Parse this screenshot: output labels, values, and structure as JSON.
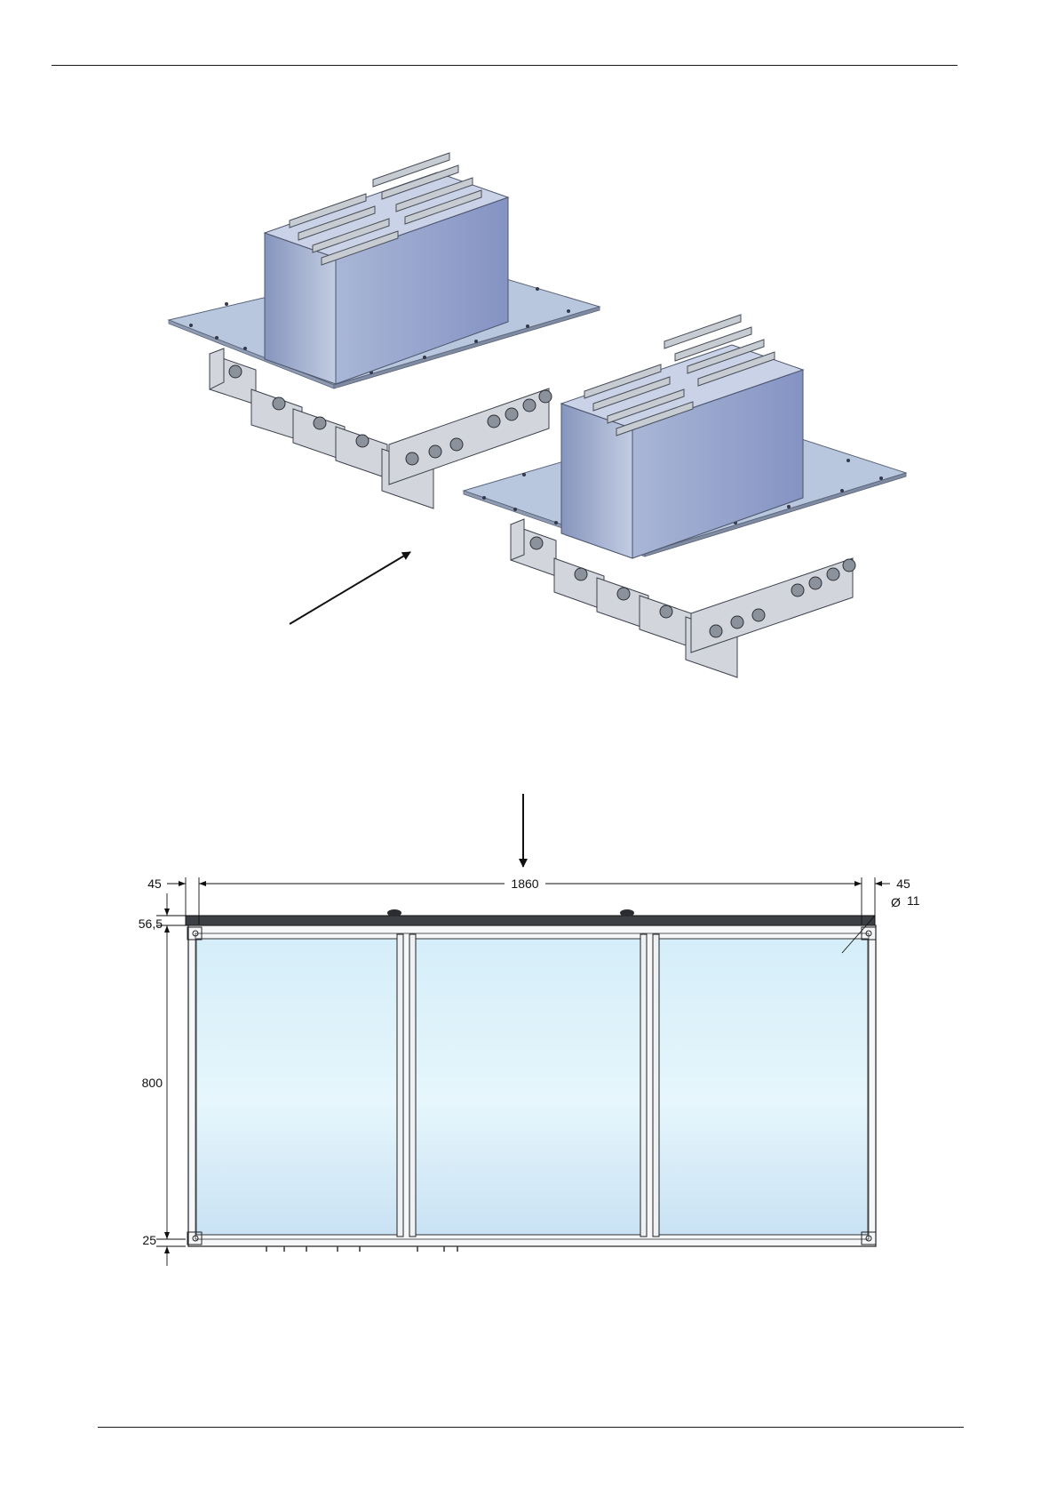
{
  "drawing": {
    "isometric_view": {
      "units": [
        "left-unit",
        "right-unit"
      ]
    },
    "front_view": {
      "dimensions": {
        "overall_width": "1860",
        "left_offset": "45",
        "right_offset": "45",
        "top_offset": "56,5",
        "height": "800",
        "bottom_offset": "25",
        "hole_diameter_symbol": "Ø",
        "hole_diameter": "11"
      }
    }
  },
  "colors": {
    "box_front": "#8f9fc9",
    "box_side": "#b7c3de",
    "plate": "#b9c7df",
    "fin": "#c8cdd4",
    "panel_glass": "#dff1fa",
    "bar": "#3c3f44",
    "line": "#111111"
  }
}
